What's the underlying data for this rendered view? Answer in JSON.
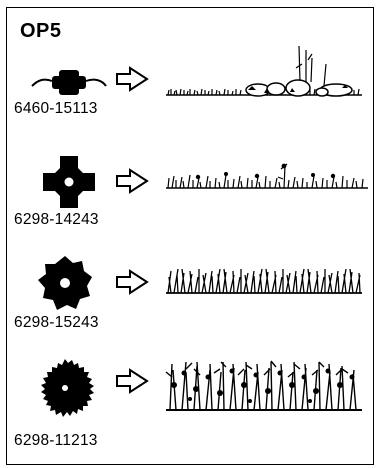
{
  "header": {
    "title": "OP5"
  },
  "items": [
    {
      "part_number": "6460-15113",
      "tool_icon": "trimmer-line-head-icon",
      "vegetation": "short-grass-with-stones"
    },
    {
      "part_number": "6298-14243",
      "tool_icon": "four-tooth-grass-blade-icon",
      "vegetation": "grass-and-weeds"
    },
    {
      "part_number": "6298-15243",
      "tool_icon": "eight-tooth-grass-blade-icon",
      "vegetation": "dense-grass"
    },
    {
      "part_number": "6298-11213",
      "tool_icon": "circular-saw-blade-icon",
      "vegetation": "brush-and-thicket"
    }
  ],
  "colors": {
    "ink": "#000000",
    "background": "#ffffff"
  }
}
